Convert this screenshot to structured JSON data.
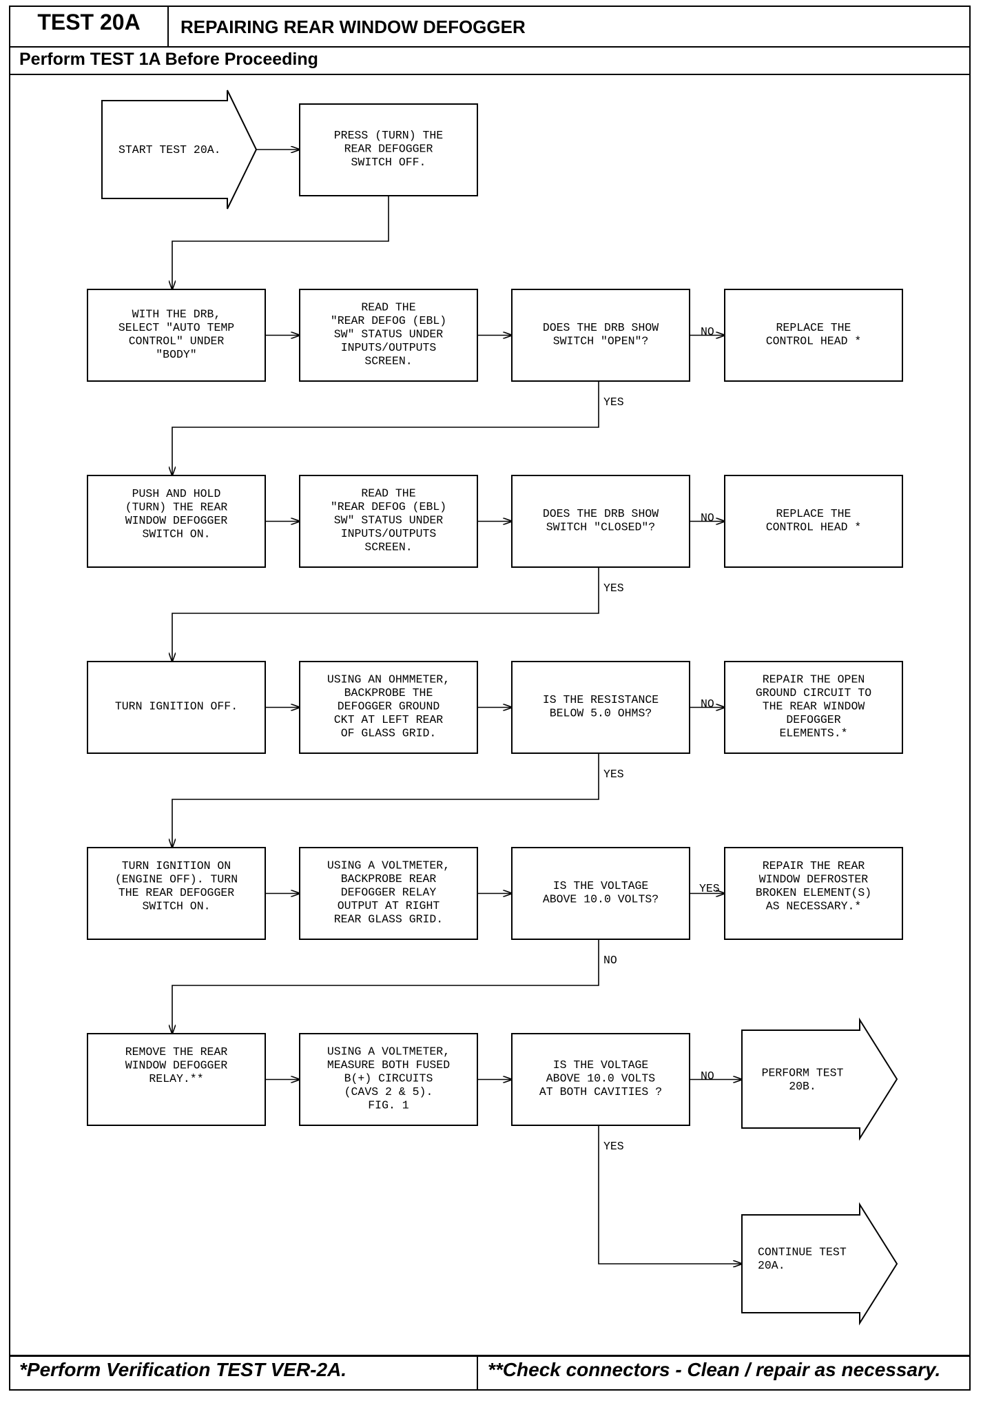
{
  "header": {
    "test_id": "TEST 20A",
    "title": "REPAIRING REAR WINDOW DEFOGGER",
    "prerequisite": "Perform TEST 1A Before Proceeding"
  },
  "footer": {
    "left_note": "*Perform Verification TEST VER-2A.",
    "right_note": "**Check connectors - Clean / repair as necessary."
  },
  "nodes": [
    {
      "id": "start",
      "kind": "arrow",
      "lines": [
        "START TEST 20A."
      ]
    },
    {
      "id": "press-off",
      "kind": "box",
      "lines": [
        "PRESS (TURN) THE",
        "REAR DEFOGGER",
        "SWITCH OFF."
      ]
    },
    {
      "id": "drb-select",
      "kind": "box",
      "lines": [
        "WITH THE DRB,",
        "SELECT \"AUTO TEMP",
        "CONTROL\" UNDER",
        "\"BODY\""
      ]
    },
    {
      "id": "read-status-1",
      "kind": "box",
      "lines": [
        "READ THE",
        "\"REAR DEFOG (EBL)",
        "SW\" STATUS UNDER",
        "INPUTS/OUTPUTS",
        "SCREEN."
      ]
    },
    {
      "id": "q-open",
      "kind": "box",
      "lines": [
        "DOES THE DRB SHOW",
        "SWITCH \"OPEN\"?"
      ]
    },
    {
      "id": "replace-head-1",
      "kind": "box",
      "lines": [
        "REPLACE THE",
        "CONTROL HEAD *"
      ]
    },
    {
      "id": "push-hold",
      "kind": "box",
      "lines": [
        "PUSH AND HOLD",
        "(TURN) THE REAR",
        "WINDOW DEFOGGER",
        "SWITCH ON."
      ]
    },
    {
      "id": "read-status-2",
      "kind": "box",
      "lines": [
        "READ THE",
        "\"REAR DEFOG (EBL)",
        "SW\" STATUS UNDER",
        "INPUTS/OUTPUTS",
        "SCREEN."
      ]
    },
    {
      "id": "q-closed",
      "kind": "box",
      "lines": [
        "DOES THE DRB SHOW",
        "SWITCH \"CLOSED\"?"
      ]
    },
    {
      "id": "replace-head-2",
      "kind": "box",
      "lines": [
        "REPLACE THE",
        "CONTROL HEAD *"
      ]
    },
    {
      "id": "ign-off",
      "kind": "box",
      "lines": [
        "TURN IGNITION OFF."
      ]
    },
    {
      "id": "ohmmeter",
      "kind": "box",
      "lines": [
        "USING AN OHMMETER,",
        "BACKPROBE THE",
        "DEFOGGER GROUND",
        "CKT AT LEFT REAR",
        "OF GLASS GRID."
      ]
    },
    {
      "id": "q-resistance",
      "kind": "box",
      "lines": [
        "IS THE RESISTANCE",
        "BELOW 5.0 OHMS?"
      ]
    },
    {
      "id": "repair-ground",
      "kind": "box",
      "lines": [
        "REPAIR THE OPEN",
        "GROUND CIRCUIT TO",
        "THE REAR WINDOW",
        "DEFOGGER",
        "ELEMENTS.*"
      ]
    },
    {
      "id": "ign-on",
      "kind": "box",
      "lines": [
        "TURN IGNITION ON",
        "(ENGINE OFF). TURN",
        "THE REAR DEFOGGER",
        "SWITCH ON."
      ]
    },
    {
      "id": "voltmeter-1",
      "kind": "box",
      "lines": [
        "USING A VOLTMETER,",
        "BACKPROBE REAR",
        "DEFOGGER RELAY",
        "OUTPUT AT RIGHT",
        "REAR GLASS GRID."
      ]
    },
    {
      "id": "q-voltage-1",
      "kind": "box",
      "lines": [
        "IS THE VOLTAGE",
        "ABOVE 10.0 VOLTS?"
      ]
    },
    {
      "id": "repair-element",
      "kind": "box",
      "lines": [
        "REPAIR THE REAR",
        "WINDOW DEFROSTER",
        "BROKEN ELEMENT(S)",
        "AS NECESSARY.*"
      ]
    },
    {
      "id": "remove-relay",
      "kind": "box",
      "lines": [
        "REMOVE THE REAR",
        "WINDOW DEFOGGER",
        "RELAY.**"
      ]
    },
    {
      "id": "voltmeter-2",
      "kind": "box",
      "lines": [
        "USING A VOLTMETER,",
        "MEASURE BOTH FUSED",
        "B(+) CIRCUITS",
        "(CAVS 2 & 5).",
        "FIG. 1"
      ]
    },
    {
      "id": "q-voltage-2",
      "kind": "box",
      "lines": [
        "IS THE VOLTAGE",
        "ABOVE 10.0 VOLTS",
        "AT BOTH CAVITIES ?"
      ]
    },
    {
      "id": "perform-20b",
      "kind": "arrow",
      "lines": [
        "PERFORM TEST",
        "20B."
      ]
    },
    {
      "id": "continue-20a",
      "kind": "arrow",
      "lines": [
        "CONTINUE TEST",
        "20A."
      ]
    }
  ],
  "edge_labels": [
    {
      "id": "no-1",
      "text": "NO"
    },
    {
      "id": "yes-1",
      "text": "YES"
    },
    {
      "id": "no-2",
      "text": "NO"
    },
    {
      "id": "yes-2",
      "text": "YES"
    },
    {
      "id": "no-3",
      "text": "NO"
    },
    {
      "id": "yes-3",
      "text": "YES"
    },
    {
      "id": "yes-4",
      "text": "YES"
    },
    {
      "id": "no-4",
      "text": "NO"
    },
    {
      "id": "no-5",
      "text": "NO"
    },
    {
      "id": "yes-5",
      "text": "YES"
    }
  ]
}
